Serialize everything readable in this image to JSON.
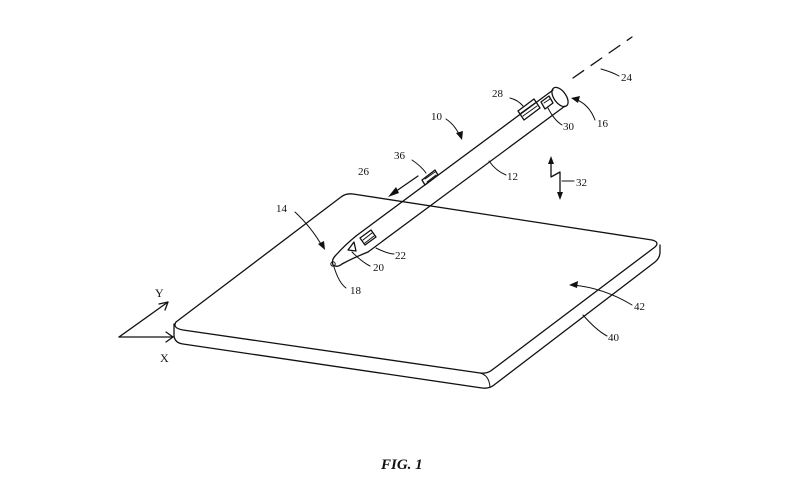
{
  "figure": {
    "caption": "FIG. 1",
    "axes": {
      "x_label": "X",
      "y_label": "Y"
    },
    "reference_numerals": {
      "stylus": "10",
      "shaft": "12",
      "tip_end": "14",
      "rear_end": "16",
      "tip": "18",
      "tip_electrode": "20",
      "front_sensor": "22",
      "axis_line": "24",
      "direction_arrow": "26",
      "rear_sensor_a": "28",
      "rear_sensor_b": "30",
      "motion_arrow": "32",
      "button": "36",
      "tablet": "40",
      "surface": "42"
    }
  }
}
